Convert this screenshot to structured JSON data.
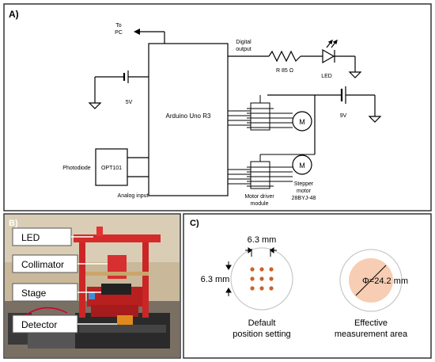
{
  "panel_a": {
    "label": "A)",
    "to_pc": [
      "To",
      "PC"
    ],
    "digital_output": [
      "Digital",
      "output"
    ],
    "resistor": "R 85 Ω",
    "led": "LED",
    "voltage_5v": "5V",
    "voltage_9v": "9V",
    "arduino": "Arduino Uno R3",
    "photodiode": "Photodiode",
    "opt101": "OPT101",
    "analog_input": "Analog input",
    "motor_driver": [
      "Motor driver",
      "module"
    ],
    "stepper_motor": [
      "Stepper",
      "motor",
      "28BYJ-48"
    ],
    "motor_symbol": "M"
  },
  "panel_b": {
    "label": "B)",
    "callouts": [
      "LED",
      "Collimator",
      "Stage",
      "Detector"
    ]
  },
  "panel_c": {
    "label": "C)",
    "spacing_h": "6.3 mm",
    "spacing_v": "6.3 mm",
    "default_caption": [
      "Default",
      "position setting"
    ],
    "diameter": "Φ=24.2 mm",
    "effective_caption": [
      "Effective",
      "measurement area"
    ]
  },
  "colors": {
    "border": "#333333",
    "wire": "#000000",
    "dot": "#c8622a",
    "area_fill": "#f7cdb3",
    "well_circle": "#c8c8c8"
  }
}
